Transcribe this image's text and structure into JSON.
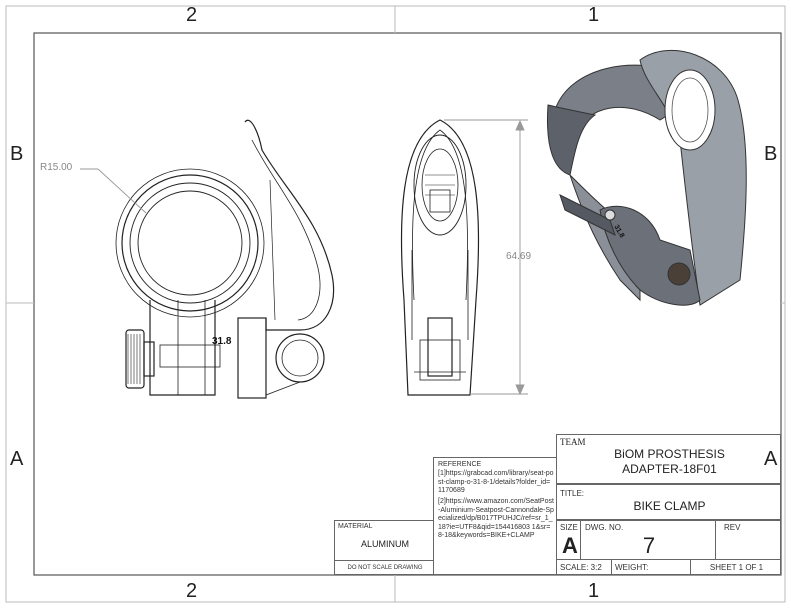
{
  "zones": {
    "top_left": "2",
    "top_right": "1",
    "bottom_left": "2",
    "bottom_right": "1",
    "left_top": "B",
    "left_bottom": "A",
    "right_top": "B",
    "right_bottom": "A"
  },
  "annotations": {
    "radius": "R15.00",
    "height": "64.69",
    "clamp_marking": "31.8",
    "iso_marking": "31.8"
  },
  "title_block": {
    "team_label": "TEAM",
    "team_line1": "BiOM PROSTHESIS",
    "team_line2": "ADAPTER-18F01",
    "title_label": "TITLE:",
    "title": "BIKE CLAMP",
    "size_label": "SIZE",
    "size": "A",
    "dwg_label": "DWG.  NO.",
    "dwg_no": "7",
    "rev_label": "REV",
    "scale": "SCALE: 3:2",
    "weight": "WEIGHT:",
    "sheet": "SHEET 1 OF 1",
    "material_label": "MATERIAL",
    "material": "ALUMINUM",
    "dns": "DO NOT SCALE DRAWING",
    "ref_label": "REFERENCE",
    "ref1": "[1]https://grabcad.com/library/seat-post-clamp-o-31-8-1/details?folder_id=1170689",
    "ref2": "[2]https://www.amazon.com/SeatPost-Aluminium-Seatpost-Cannondale-Specialized/dp/B017TPUHJC/ref=sr_1_18?ie=UTF8&qid=154416803 1&sr=8-18&keywords=BIKE+CLAMP"
  }
}
